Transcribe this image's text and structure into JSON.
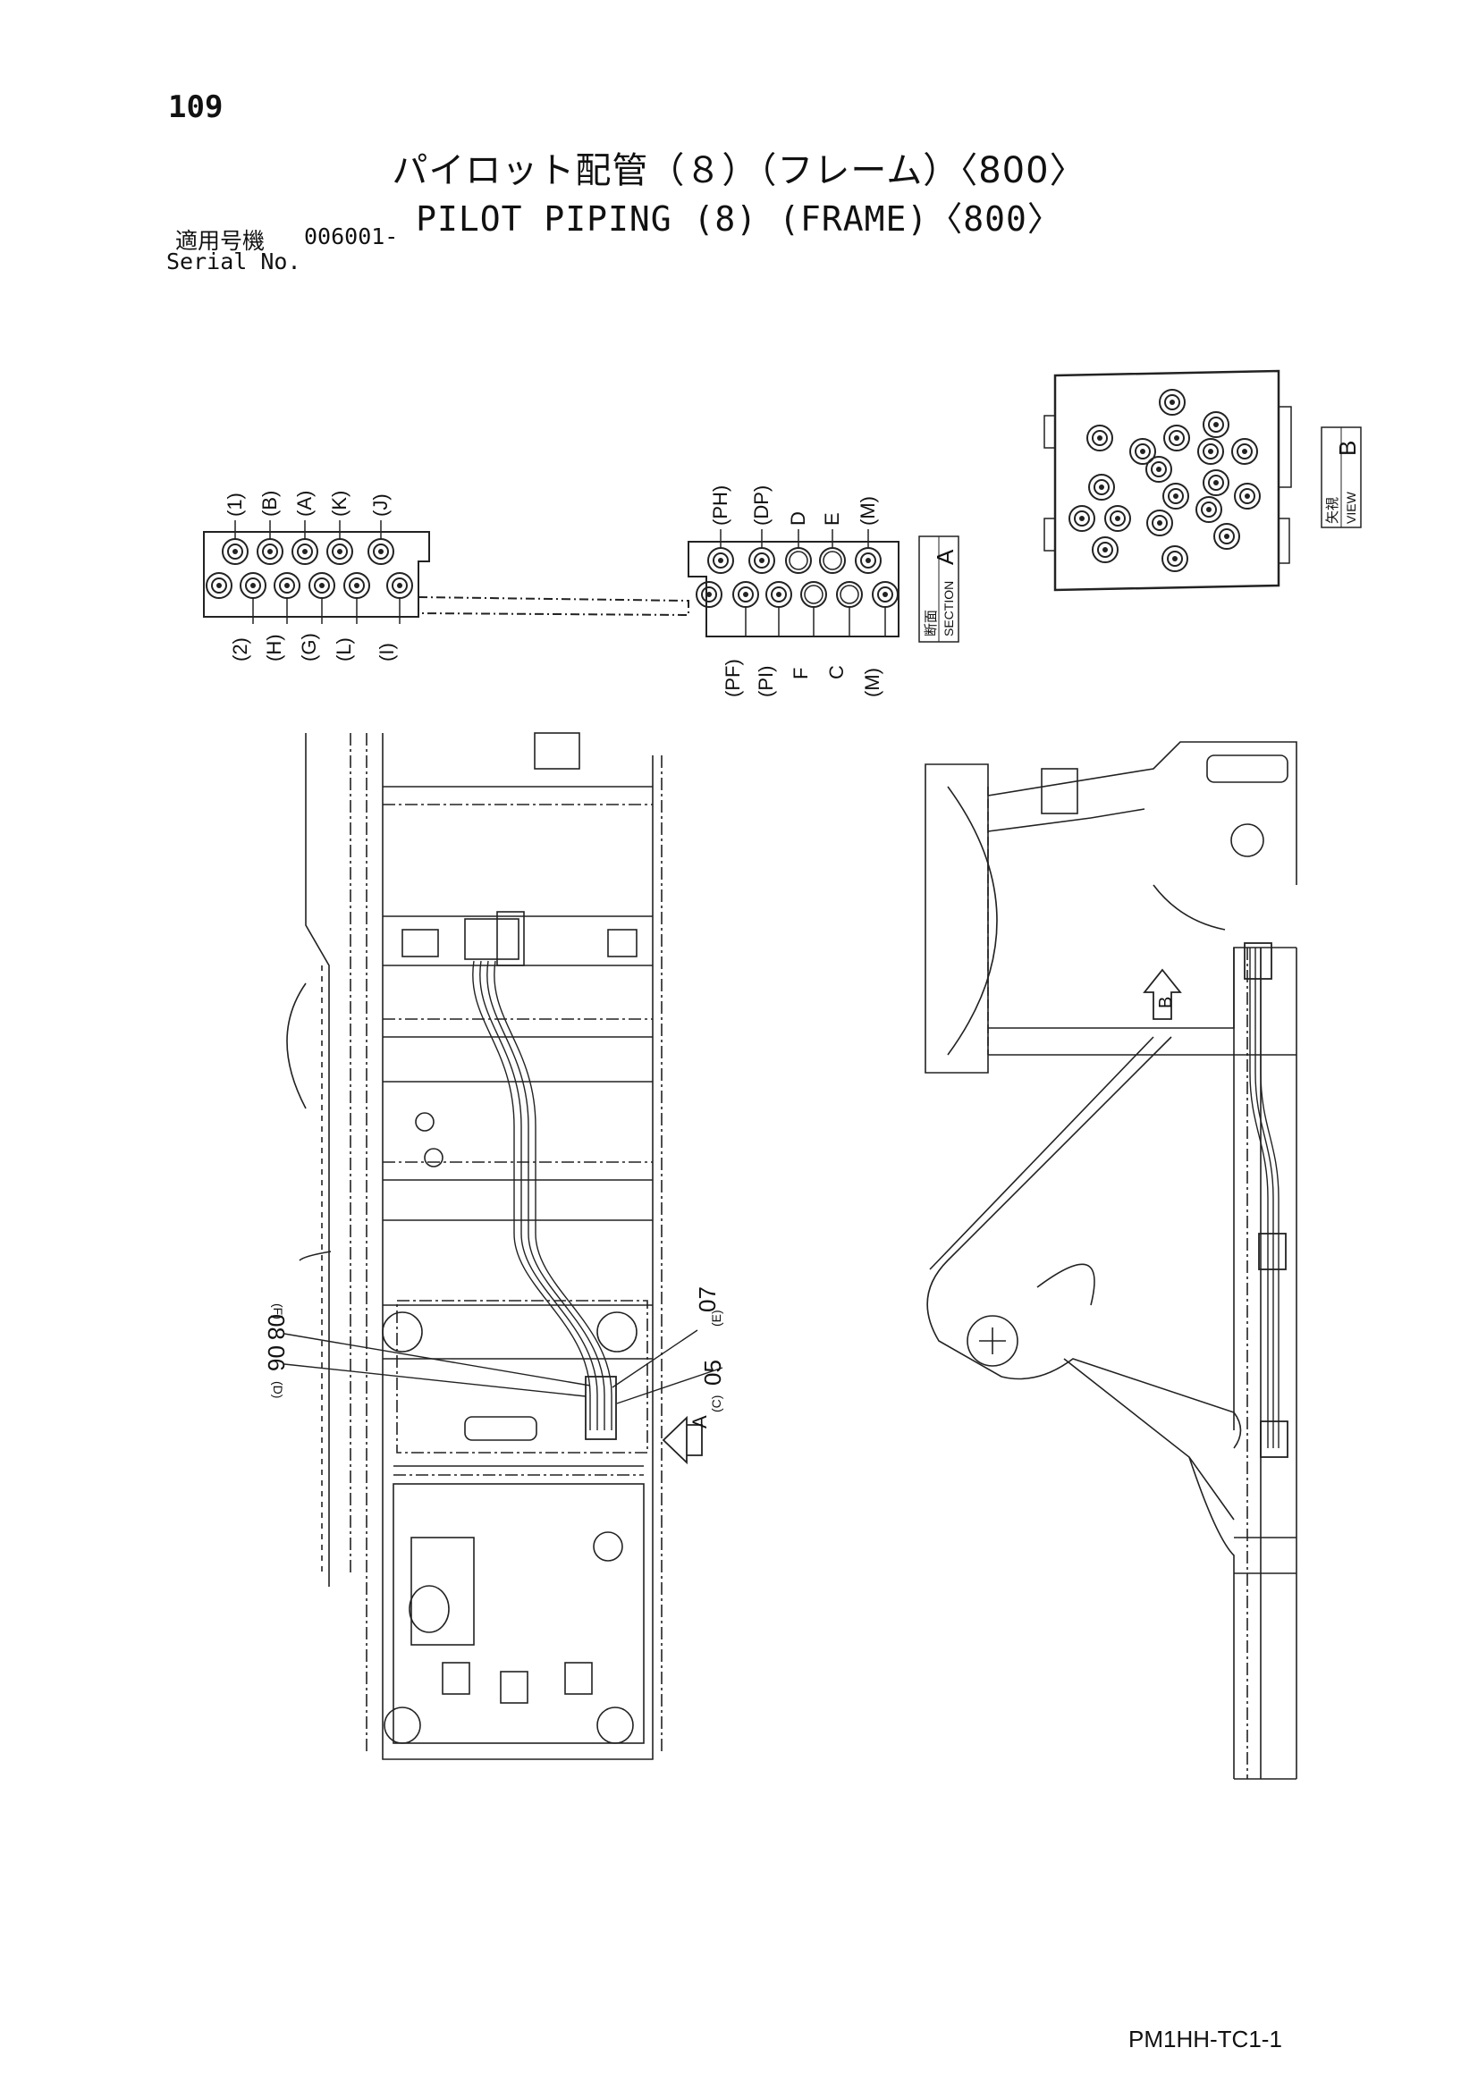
{
  "page": {
    "number": "109",
    "footer_code": "PM1HH-TC1-1"
  },
  "title": {
    "jp": "パイロット配管（８）（フレーム）〈800〉",
    "en": "PILOT PIPING (8) (FRAME)〈800〉"
  },
  "serial": {
    "label_jp": "適用号機",
    "value": "006001-",
    "label_en": "Serial No."
  },
  "section_a": {
    "left_block_top": [
      "(1)",
      "(B)",
      "(A)",
      "(K)",
      "(J)"
    ],
    "left_block_bottom": [
      "(2)",
      "(H)",
      "(G)",
      "(L)",
      "(I)"
    ],
    "right_block_top": [
      "(PH)",
      "(DP)",
      "D",
      "E",
      "(M)"
    ],
    "right_block_bottom": [
      "(PF)",
      "(PI)",
      "F",
      "C",
      "(M)"
    ],
    "tag_jp": "断面",
    "tag_en": "SECTION",
    "tag_letter": "A"
  },
  "view_b": {
    "tag_jp": "矢視",
    "tag_en": "VIEW",
    "tag_letter": "B"
  },
  "plan_view": {
    "callouts_left": [
      "(D)",
      "06",
      "08",
      "(F)"
    ],
    "callouts_right": [
      "07",
      "(E)",
      "(C)",
      "05"
    ],
    "arrow_letter": "A"
  },
  "side_view": {
    "arrow_letter": "B"
  }
}
